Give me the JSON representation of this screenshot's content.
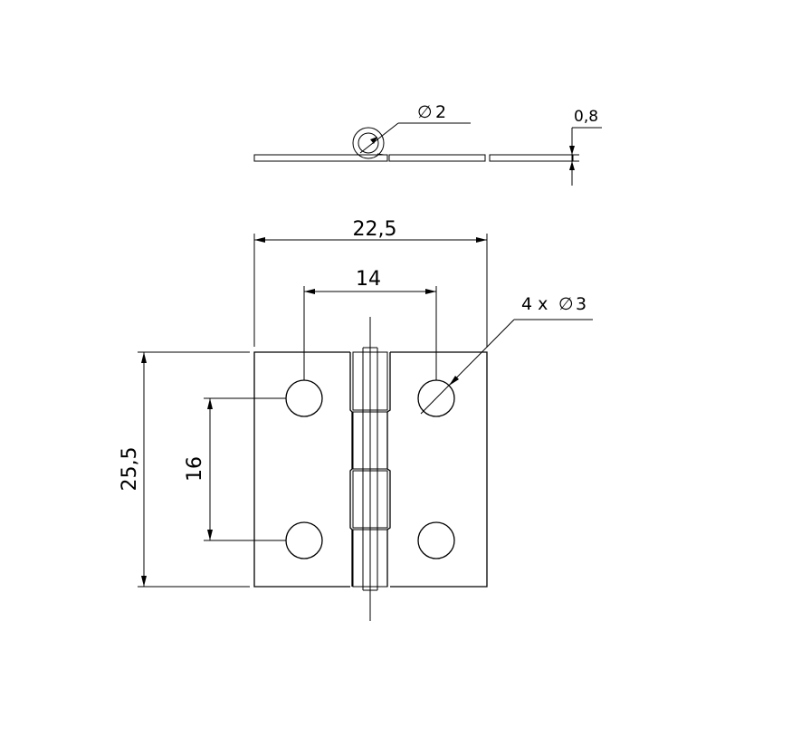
{
  "dimensions": {
    "pin_diameter": "2",
    "thickness": "0,8",
    "overall_width": "22,5",
    "hole_spacing_x": "14",
    "holes": "4 x",
    "hole_diameter": "3",
    "overall_height": "25,5",
    "hole_spacing_y": "16"
  },
  "symbols": {
    "diameter": "∅"
  }
}
